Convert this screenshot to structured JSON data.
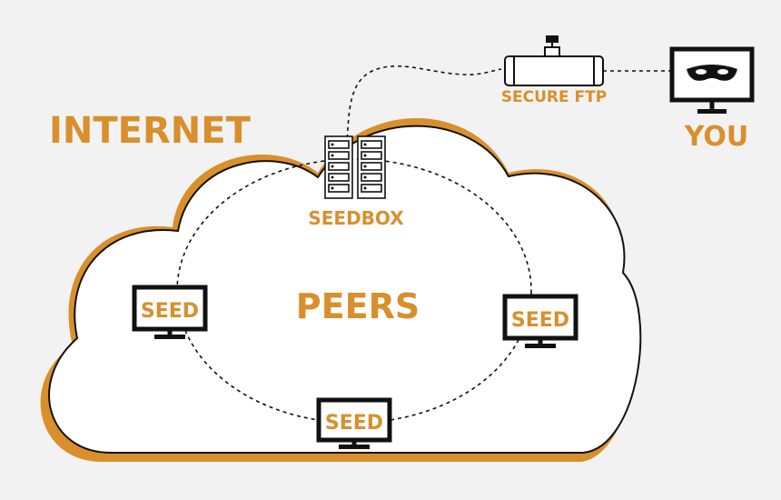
{
  "labels": {
    "internet": "INTERNET",
    "seedbox": "SEEDBOX",
    "peers": "PEERS",
    "secure_ftp": "SECURE FTP",
    "you": "YOU"
  },
  "seeds": [
    {
      "label": "SEED"
    },
    {
      "label": "SEED"
    },
    {
      "label": "SEED"
    }
  ],
  "colors": {
    "accent": "#d98f2c",
    "outline": "#111111",
    "cloud_fill": "#ffffff",
    "background": "#f2f2f2"
  },
  "icons": {
    "seedbox": "server-rack-icon",
    "you": "masked-user-monitor-icon",
    "ftp": "secure-pipe-icon"
  }
}
